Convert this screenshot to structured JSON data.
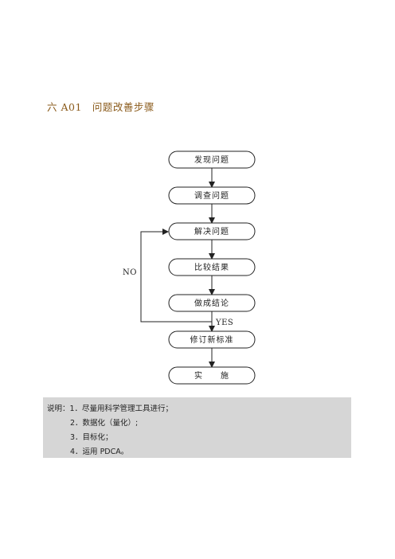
{
  "page": {
    "title": "六 A01　问题改善步骤"
  },
  "flowchart": {
    "nodes": [
      {
        "id": "n1",
        "label": "发现问题"
      },
      {
        "id": "n2",
        "label": "调查问题"
      },
      {
        "id": "n3",
        "label": "解决问题"
      },
      {
        "id": "n4",
        "label": "比较结果"
      },
      {
        "id": "n5",
        "label": "做成结论"
      },
      {
        "id": "n6",
        "label": "修订新标准"
      },
      {
        "id": "n7",
        "label": "实　　施"
      }
    ],
    "edges": {
      "no_label": "NO",
      "yes_label": "YES"
    }
  },
  "notes": {
    "lines": [
      "说明：1．尽量用科学管理工具进行；",
      "2．数据化（量化）;",
      "3．目标化；",
      "4．运用 PDCA。"
    ]
  }
}
